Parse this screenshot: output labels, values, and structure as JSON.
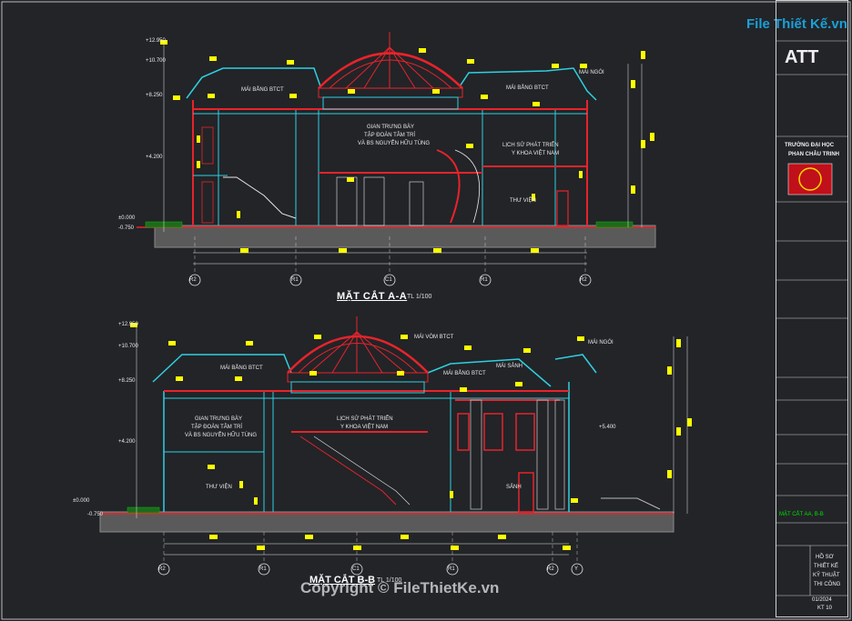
{
  "watermark": {
    "logo_text": "File Thiết Kế.vn",
    "copyright": "Copyright © FileThietKe.vn"
  },
  "section_a": {
    "title": "MẶT CẮT A-A",
    "scale": "TL 1/100",
    "labels": {
      "mai_bang_left": "MÁI BẰNG BTCT",
      "mai_bang_right": "MÁI BẰNG BTCT",
      "mai_ngoi": "MÁI NGÓI",
      "gian_trung_bay_1": "GIAN TRƯNG BÀY",
      "gian_trung_bay_2": "TẬP ĐOÀN TÂM TRÍ",
      "gian_trung_bay_3": "VÀ BS NGUYỄN HỮU TÙNG",
      "lich_su_1": "LỊCH SỬ PHÁT TRIỂN",
      "lich_su_2": "Y KHOA VIỆT NAM",
      "thu_vien": "THƯ VIỆN"
    },
    "levels": [
      "+12.950",
      "+10.700",
      "+8.250",
      "+4.200",
      "±0.000",
      "-0.750"
    ],
    "axes": [
      "R2",
      "R1",
      "C1",
      "R1",
      "R2"
    ]
  },
  "section_b": {
    "title": "MẶT CẮT B-B",
    "scale": "TL 1/100",
    "labels": {
      "mai_vom": "MÁI VÒM BTCT",
      "mai_ngoi": "MÁI NGÓI",
      "mai_bang_left": "MÁI BẰNG BTCT",
      "mai_bang_mid": "MÁI BẰNG BTCT",
      "mai_sang": "MÁI SẢNH",
      "gian_trung_bay_1": "GIAN TRƯNG BÀY",
      "gian_trung_bay_2": "TẬP ĐOÀN TÂM TRÍ",
      "gian_trung_bay_3": "VÀ BS NGUYỄN HỮU TÙNG",
      "lich_su_1": "LỊCH SỬ PHÁT TRIỂN",
      "lich_su_2": "Y KHOA VIỆT NAM",
      "thu_vien": "THƯ VIỆN",
      "sanh": "SẢNH",
      "level_5400": "+5.400"
    },
    "levels": [
      "+12.950",
      "+10.700",
      "+8.250",
      "+4.200",
      "±0.000",
      "-0.750"
    ],
    "axes": [
      "R2",
      "R1",
      "C1",
      "R1",
      "R2",
      "Y"
    ]
  },
  "title_block": {
    "company": "ATT",
    "school_1": "TRƯỜNG ĐẠI HỌC",
    "school_2": "PHAN CHÂU TRINH",
    "drawing_name": "MẶT CẮT AA, B-B",
    "ho_so_1": "HỒ SƠ",
    "ho_so_2": "THIẾT KẾ",
    "ho_so_3": "KỸ THUẬT",
    "ho_so_4": "THI CÔNG",
    "date": "01/2024",
    "sheet": "KT 10"
  },
  "colors": {
    "background": "#222428",
    "red": "#e8232a",
    "cyan": "#2fd0e0",
    "yellow": "#ffff00",
    "magenta": "#d040e0",
    "green": "#00c000",
    "white": "#e8e8e8"
  }
}
